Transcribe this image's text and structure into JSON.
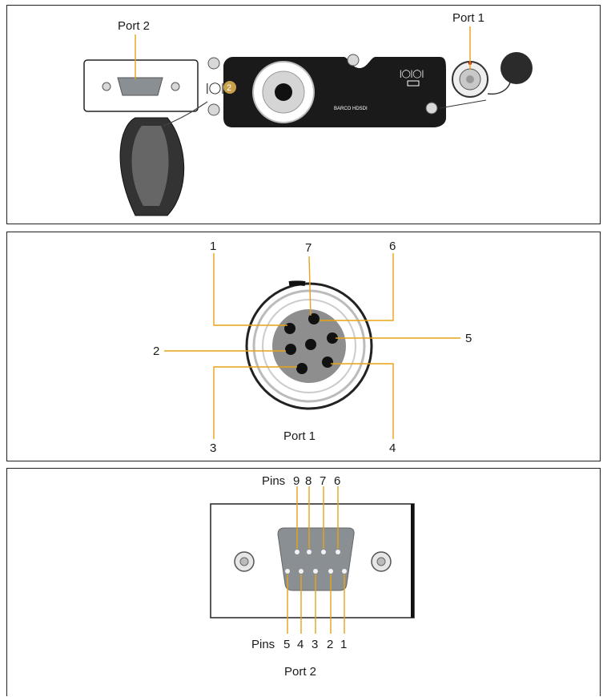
{
  "top": {
    "port2_label": "Port 2",
    "port1_label": "Port 1",
    "device_text": "BARCO HDSDI",
    "badge_number": "2"
  },
  "middle": {
    "title": "Port 1",
    "pins": [
      "1",
      "2",
      "3",
      "4",
      "5",
      "6",
      "7"
    ]
  },
  "bottom": {
    "title": "Port 2",
    "top_row_prefix": "Pins",
    "top_row_pins": [
      "9",
      "8",
      "7",
      "6"
    ],
    "bottom_row_prefix": "Pins",
    "bottom_row_pins": [
      "5",
      "4",
      "3",
      "2",
      "1"
    ]
  },
  "colors": {
    "leader": "#e8a317",
    "device_body": "#1a1a1a",
    "connector_gray": "#8a8f94"
  }
}
